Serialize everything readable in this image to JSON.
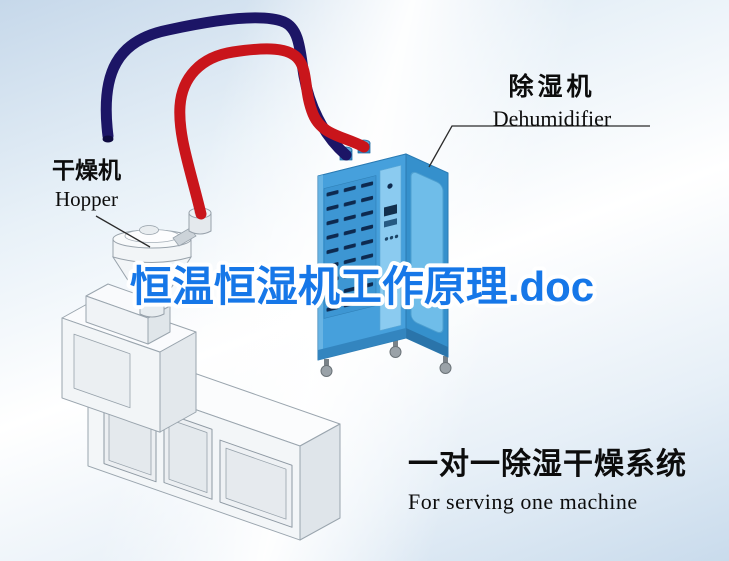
{
  "labels": {
    "hopper": {
      "zh": "干燥机",
      "en": "Hopper"
    },
    "dehumidifier": {
      "zh": "除湿机",
      "en": "Dehumidifier"
    }
  },
  "watermark": {
    "text": "恒温恒湿机工作原理.doc",
    "color": "#1677e8"
  },
  "caption": {
    "zh": "一对一除湿干燥系统",
    "en": "For serving one machine"
  },
  "pipes": {
    "return_air": {
      "name": "navy-pipe",
      "color": "#1c1566"
    },
    "dry_air": {
      "name": "red-pipe",
      "color": "#c9151b"
    }
  },
  "cabinet": {
    "front": "#46a0dc",
    "side": "#3590cc",
    "top": "#a6d8f3",
    "panel": "#8bcbf0"
  }
}
